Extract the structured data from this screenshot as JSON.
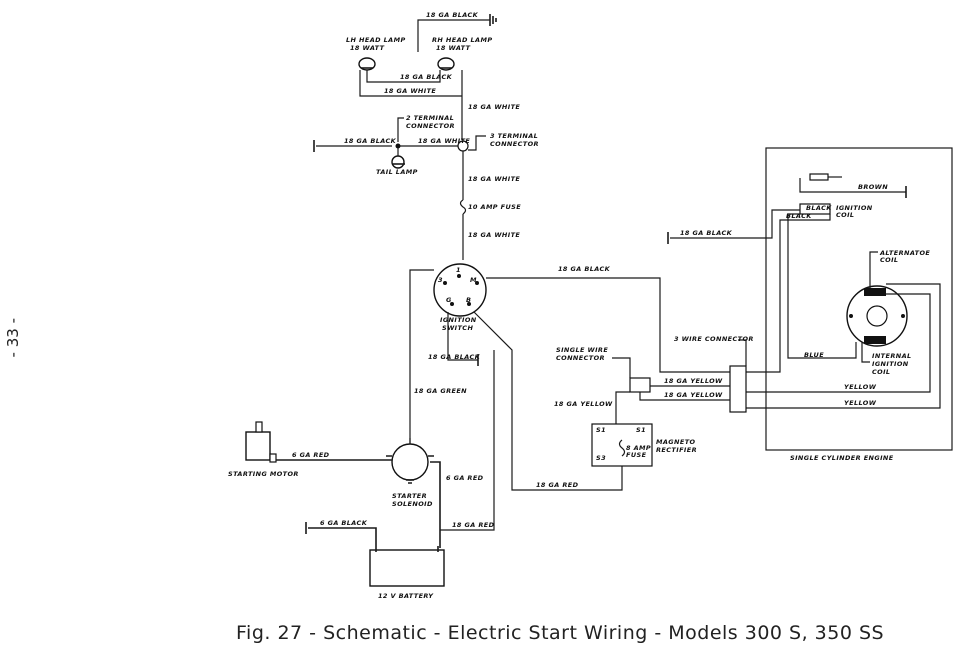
{
  "page_number": "- 33 -",
  "caption": "Fig. 27 - Schematic - Electric Start Wiring - Models 300 S, 350 SS",
  "labels": {
    "ga18_black_top": "18 GA BLACK",
    "lh_head_lamp": "LH HEAD LAMP",
    "lh_watt": "18 WATT",
    "rh_head_lamp": "RH HEAD LAMP",
    "rh_watt": "18 WATT",
    "ga18_black_lamps": "18 GA BLACK",
    "ga18_white_lamps": "18 GA WHITE",
    "ga18_white_1": "18 GA WHITE",
    "two_terminal_1": "2 TERMINAL",
    "two_terminal_2": "CONNECTOR",
    "ga18_black_tail": "18 GA BLACK",
    "ga18_white_tail": "18 GA WHITE",
    "three_terminal_1": "3 TERMINAL",
    "three_terminal_2": "CONNECTOR",
    "tail_lamp": "TAIL LAMP",
    "ga18_white_2": "18 GA WHITE",
    "fuse_10": "10 AMP FUSE",
    "ga18_white_3": "18 GA WHITE",
    "brown": "BROWN",
    "black_coil": "BLACK",
    "black_coil2": "BLACK",
    "ignition_coil_1": "IGNITION",
    "ignition_coil_2": "COIL",
    "ga18_black_engine": "18 GA BLACK",
    "alternator_coil_1": "ALTERNATOE",
    "alternator_coil_2": "COIL",
    "ga18_black_switch": "18 GA BLACK",
    "sw_1": "1",
    "sw_3": "3",
    "sw_m": "M",
    "sw_g": "G",
    "sw_b": "B",
    "ignition_switch_1": "IGNITION",
    "ignition_switch_2": "SWITCH",
    "three_wire_conn": "3 WIRE CONNECTOR",
    "single_wire_1": "SINGLE WIRE",
    "single_wire_2": "CONNECTOR",
    "blue": "BLUE",
    "internal_1": "INTERNAL",
    "internal_2": "IGNITION",
    "internal_3": "COIL",
    "ga18_black_ground": "18 GA BLACK",
    "ga18_yellow_1": "18 GA YELLOW",
    "yellow_1": "YELLOW",
    "ga18_yellow_2": "18 GA YELLOW",
    "ga18_yellow_3": "18 GA YELLOW",
    "yellow_2": "YELLOW",
    "ga18_green": "18 GA GREEN",
    "rect_s1": "S1",
    "rect_s1b": "S1",
    "rect_s3": "S3",
    "fuse_8": "8 AMP",
    "fuse_8b": "FUSE",
    "magneto_1": "MAGNETO",
    "magneto_2": "RECTIFIER",
    "single_cyl": "SINGLE CYLINDER ENGINE",
    "ga6_red_1": "6 GA RED",
    "starting_motor": "STARTING MOTOR",
    "ga6_red_2": "6 GA RED",
    "starter_1": "STARTER",
    "starter_2": "SOLENOID",
    "ga18_red_1": "18 GA RED",
    "ga6_black": "6 GA BLACK",
    "ga18_red_2": "18 GA RED",
    "battery": "12 V BATTERY"
  }
}
